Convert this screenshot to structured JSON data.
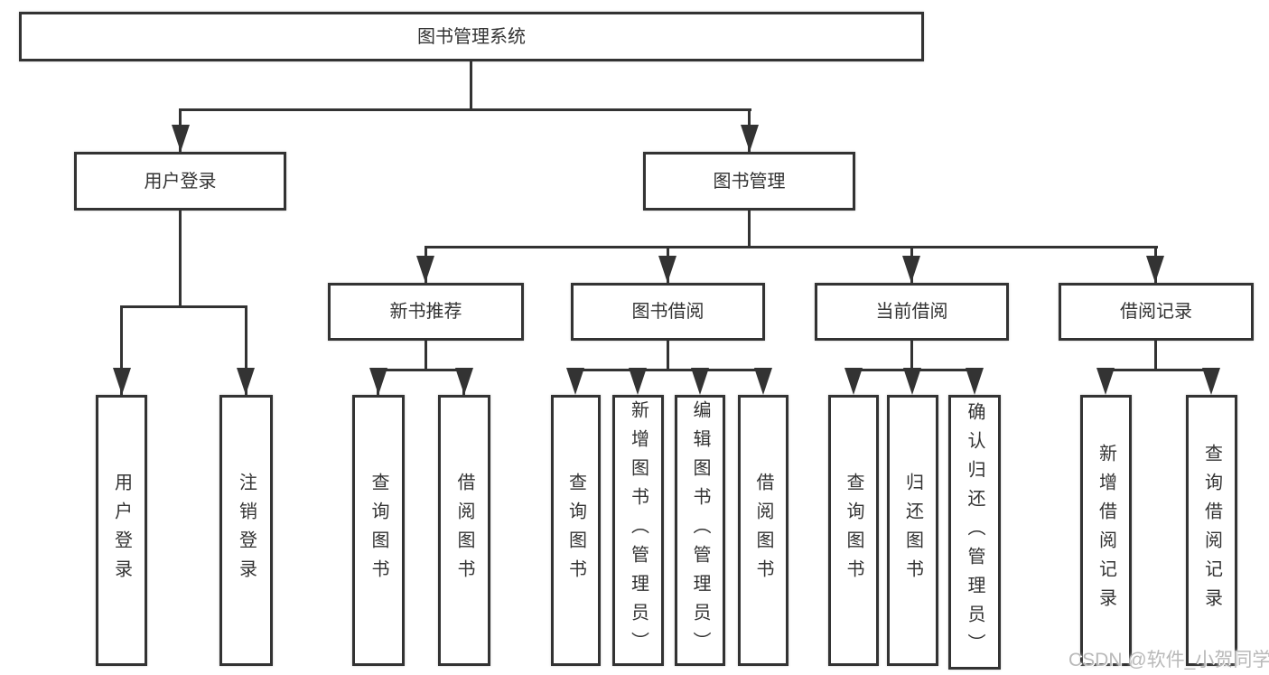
{
  "diagram": {
    "root": {
      "label": "图书管理系统"
    },
    "children": [
      {
        "label": "用户登录",
        "children": [
          {
            "label": "用户登录"
          },
          {
            "label": "注销登录"
          }
        ]
      },
      {
        "label": "图书管理",
        "children": [
          {
            "label": "新书推荐",
            "children": [
              {
                "label": "查询图书"
              },
              {
                "label": "借阅图书"
              }
            ]
          },
          {
            "label": "图书借阅",
            "children": [
              {
                "label": "查询图书"
              },
              {
                "label": "新增图书（管理员）"
              },
              {
                "label": "编辑图书（管理员）"
              },
              {
                "label": "借阅图书"
              }
            ]
          },
          {
            "label": "当前借阅",
            "children": [
              {
                "label": "查询图书"
              },
              {
                "label": "归还图书"
              },
              {
                "label": "确认归还（管理员）"
              }
            ]
          },
          {
            "label": "借阅记录",
            "children": [
              {
                "label": "新增借阅记录"
              },
              {
                "label": "查询借阅记录"
              }
            ]
          }
        ]
      }
    ]
  },
  "watermark": {
    "text": "CSDN @软件_小贺同学"
  },
  "colors": {
    "line": "#333333",
    "border": "#333333",
    "text": "#333333",
    "watermark": "#b9b9b9",
    "background": "#ffffff"
  }
}
